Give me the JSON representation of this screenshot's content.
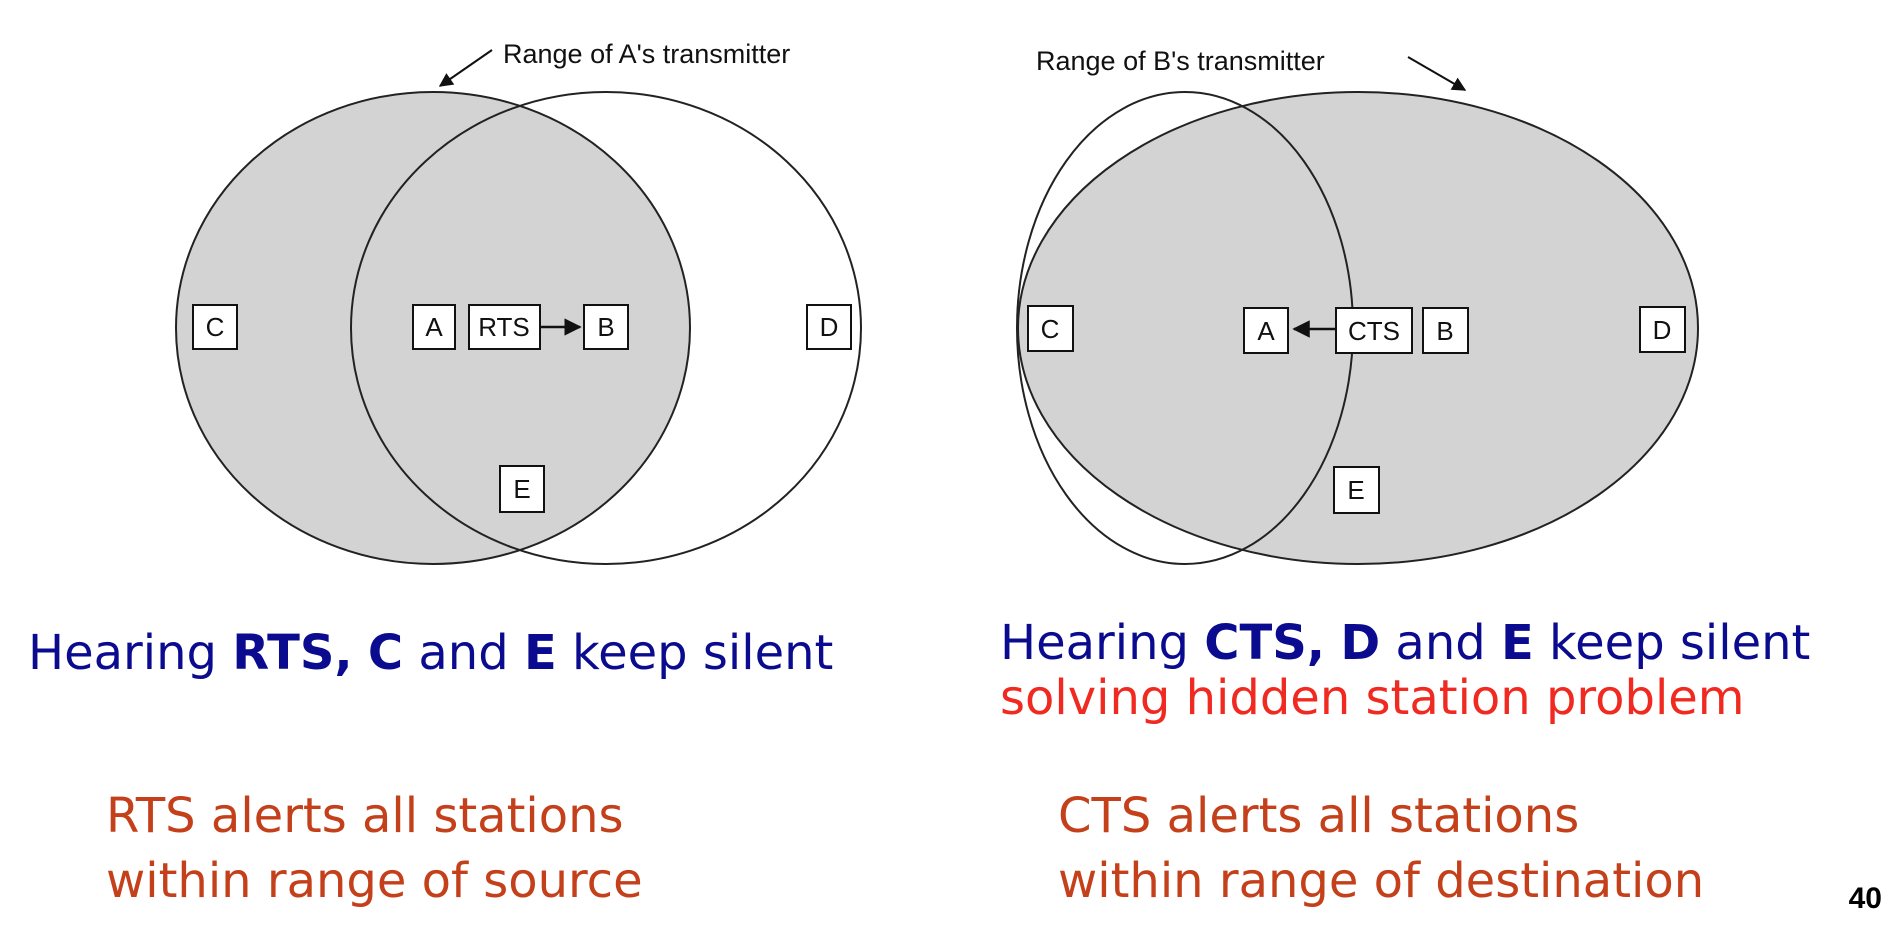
{
  "colors": {
    "shade": "#d3d3d3",
    "caption_blue": "#0b0b8f",
    "accent_red": "#f02a20",
    "note_orange": "#c4401a"
  },
  "left_panel": {
    "range_label": "Range of A's transmitter",
    "nodes": {
      "c": "C",
      "a": "A",
      "rts": "RTS",
      "b": "B",
      "d": "D",
      "e": "E"
    },
    "caption": {
      "prefix": "Hearing ",
      "msg": "RTS,",
      "n1": "C",
      "and": " and ",
      "n2": "E",
      "suffix": " keep silent"
    },
    "note": [
      "RTS alerts all stations",
      "within range of source"
    ]
  },
  "right_panel": {
    "range_label": "Range of B's transmitter",
    "nodes": {
      "c": "C",
      "a": "A",
      "cts": "CTS",
      "b": "B",
      "d": "D",
      "e": "E"
    },
    "caption": {
      "prefix": "Hearing ",
      "msg": "CTS,",
      "n1": "D",
      "and": " and ",
      "n2": "E",
      "suffix": " keep silent"
    },
    "caption_line2": "solving hidden station problem",
    "note": [
      "CTS alerts all stations",
      "within range of destination"
    ]
  },
  "page_number": "40"
}
